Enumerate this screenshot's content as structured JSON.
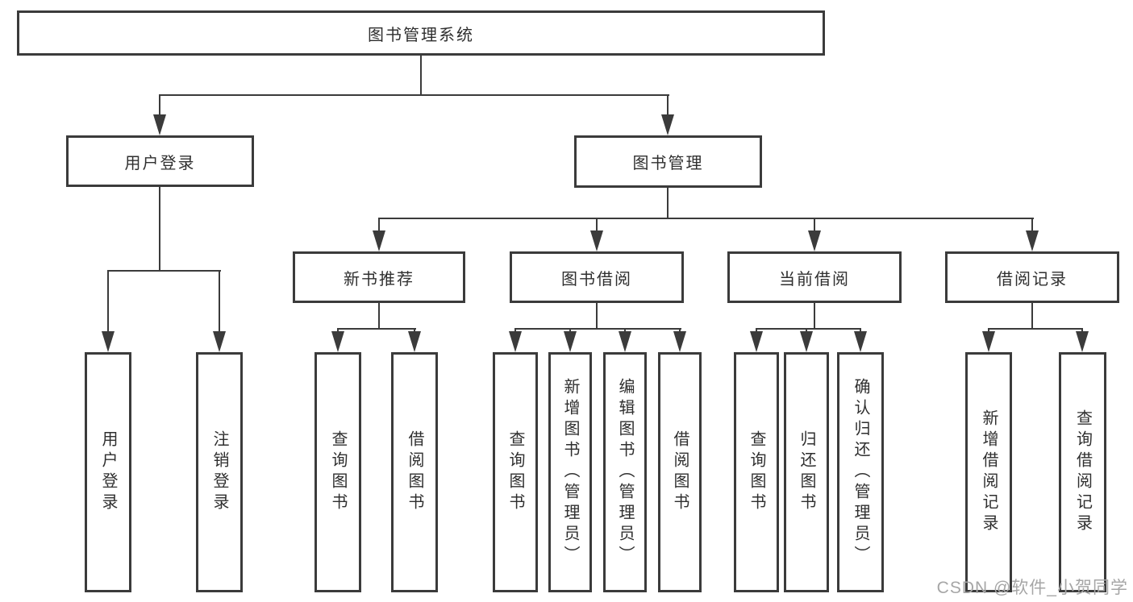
{
  "title": "图书管理系统",
  "colors": {
    "line": "#3b3b3b",
    "text": "#2f2f2f",
    "background": "#ffffff",
    "watermark": "#a6a6a6"
  },
  "watermark": {
    "text": "CSDN @软件_小贺同学"
  },
  "tree": {
    "label": "图书管理系统",
    "children": [
      {
        "label": "用户登录",
        "children": [
          {
            "label": "用户登录"
          },
          {
            "label": "注销登录"
          }
        ]
      },
      {
        "label": "图书管理",
        "children": [
          {
            "label": "新书推荐",
            "children": [
              {
                "label": "查询图书"
              },
              {
                "label": "借阅图书"
              }
            ]
          },
          {
            "label": "图书借阅",
            "children": [
              {
                "label": "查询图书"
              },
              {
                "label": "新增图书（管理员）"
              },
              {
                "label": "编辑图书（管理员）"
              },
              {
                "label": "借阅图书"
              }
            ]
          },
          {
            "label": "当前借阅",
            "children": [
              {
                "label": "查询图书"
              },
              {
                "label": "归还图书"
              },
              {
                "label": "确认归还（管理员）"
              }
            ]
          },
          {
            "label": "借阅记录",
            "children": [
              {
                "label": "新增借阅记录"
              },
              {
                "label": "查询借阅记录"
              }
            ]
          }
        ]
      }
    ]
  }
}
